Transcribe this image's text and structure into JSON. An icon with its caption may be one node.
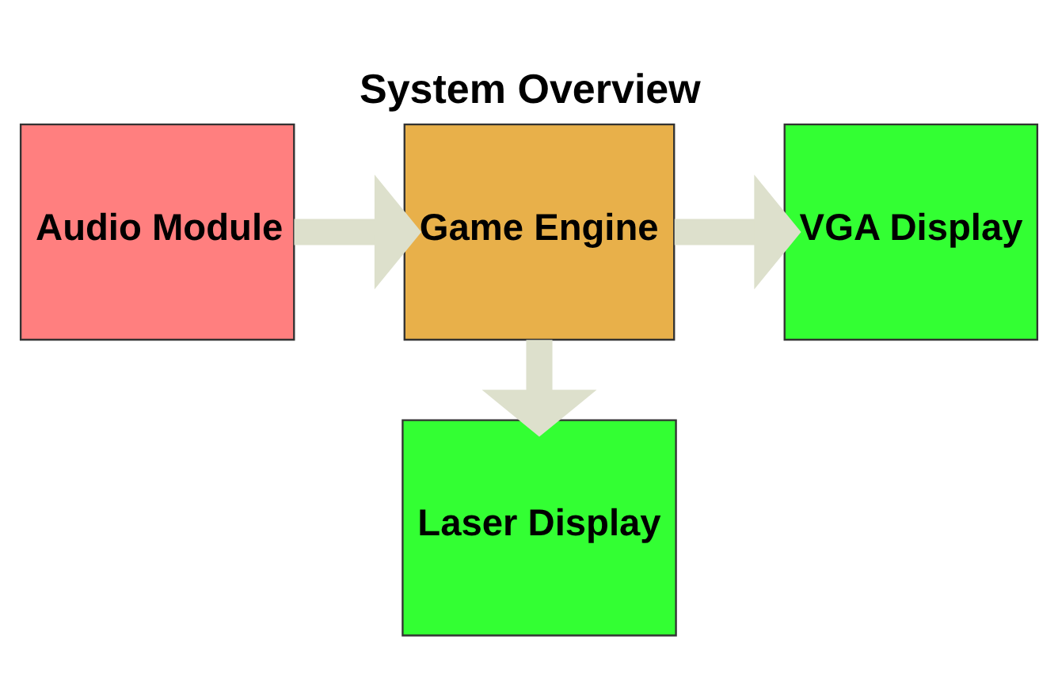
{
  "diagram": {
    "title": "System Overview",
    "nodes": [
      {
        "text": [
          "Audio Module"
        ]
      },
      {
        "text": [
          "Game Engine"
        ]
      },
      {
        "text": [
          "VGA Display"
        ]
      },
      {
        "text": [
          "Laser Display"
        ]
      }
    ],
    "edges": [
      {
        "from": 0,
        "to": 1,
        "arrow": "to"
      },
      {
        "from": 1,
        "to": 2,
        "arrow": "to"
      },
      {
        "from": 1,
        "to": 3,
        "arrow": "to"
      }
    ]
  }
}
